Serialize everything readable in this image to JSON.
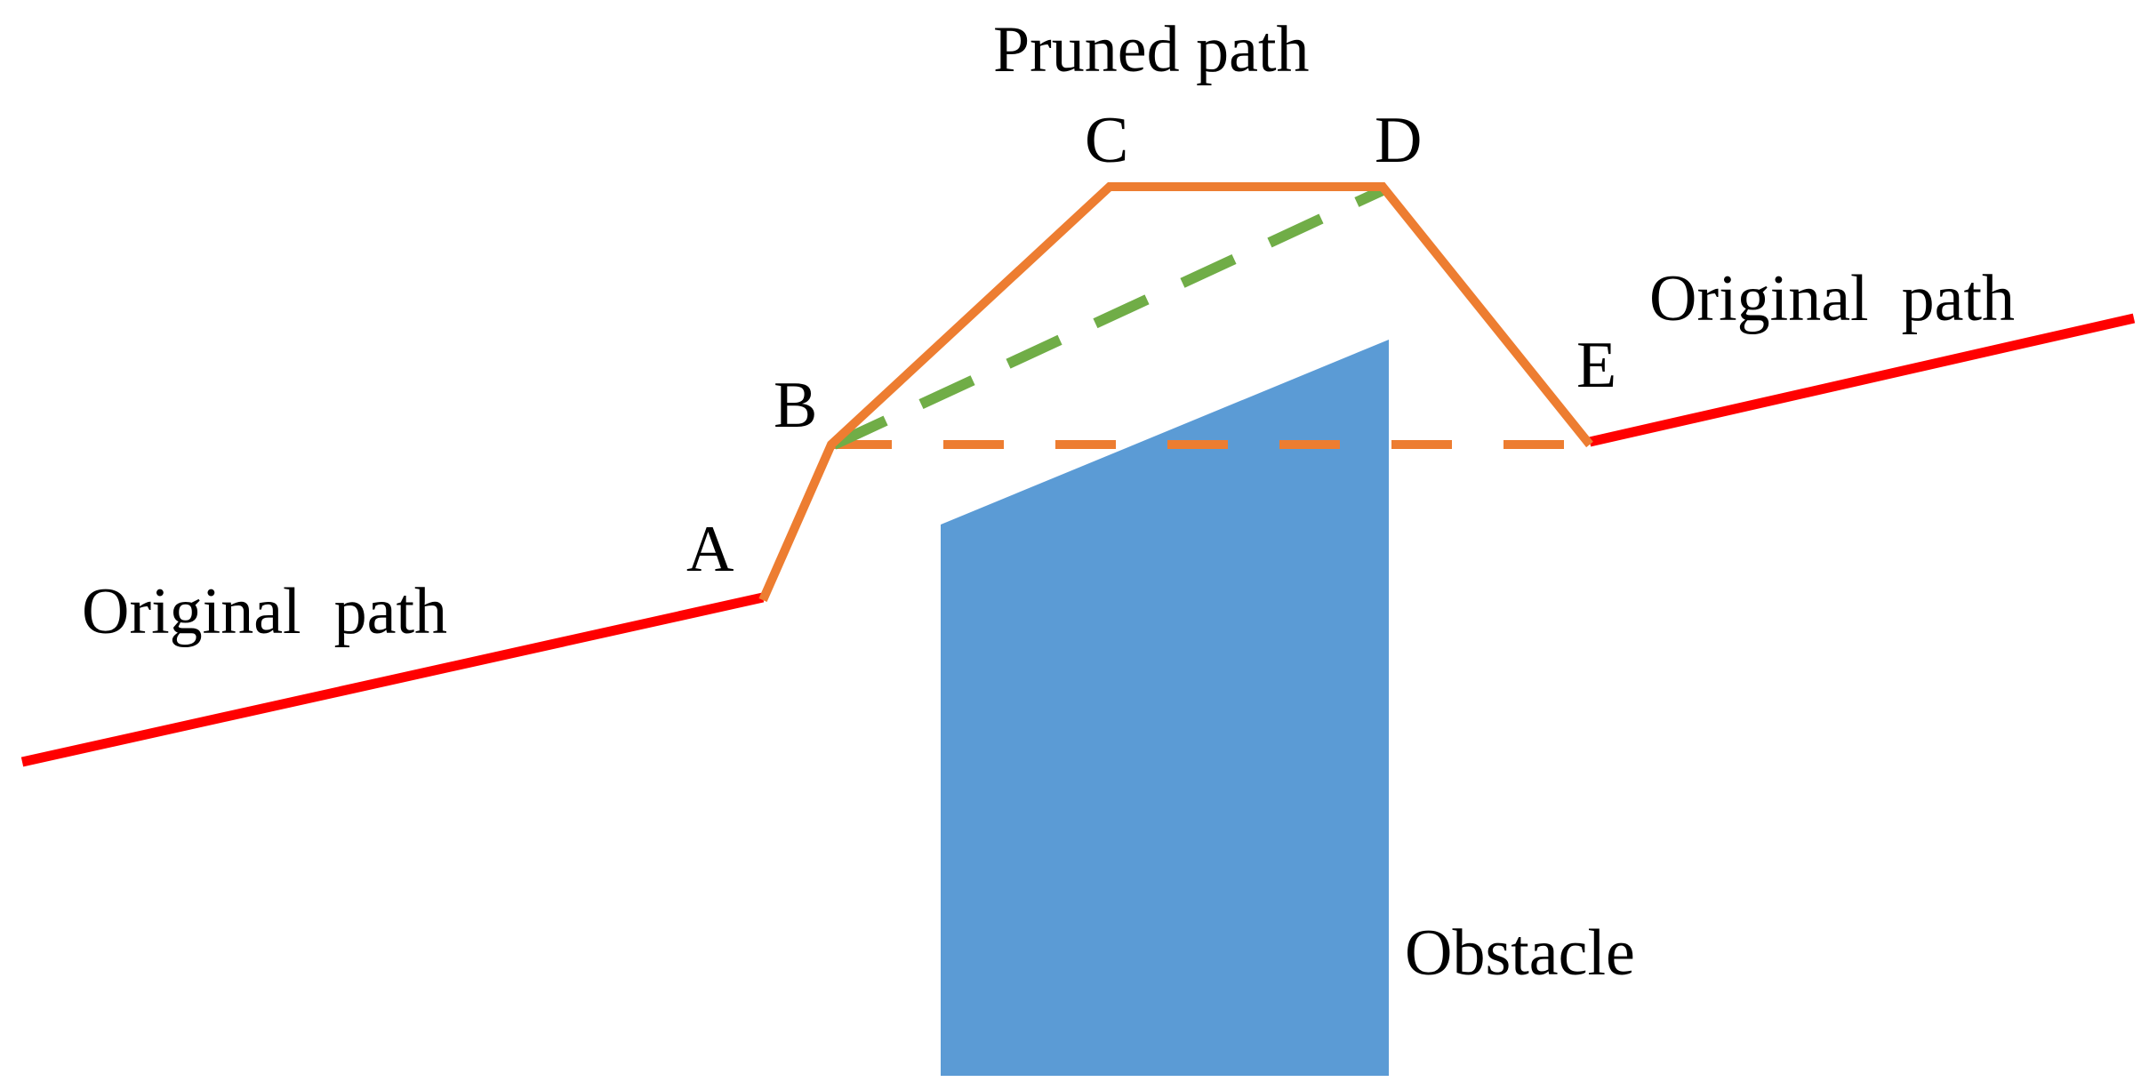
{
  "labels": {
    "pruned_path": "Pruned path",
    "original_path_left": "Original  path",
    "original_path_right": "Original  path",
    "obstacle": "Obstacle",
    "point_a": "A",
    "point_b": "B",
    "point_c": "C",
    "point_d": "D",
    "point_e": "E"
  },
  "colors": {
    "original_path": "#ff0000",
    "pruned_path": "#ed7d31",
    "shortcut": "#70ad47",
    "obstacle": "#5b9bd5",
    "text": "#000000"
  }
}
